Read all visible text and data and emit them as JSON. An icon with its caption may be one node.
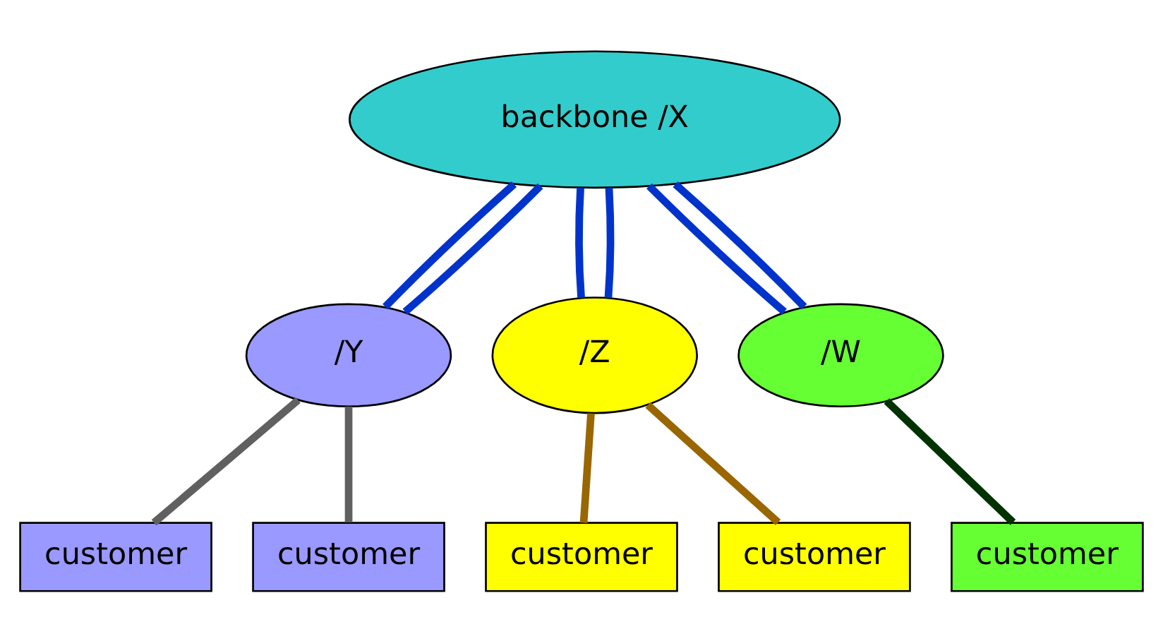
{
  "diagram": {
    "nodes": [
      {
        "text": [
          "backbone /X"
        ]
      },
      {
        "text": [
          "/Y"
        ]
      },
      {
        "text": [
          "/Z"
        ]
      },
      {
        "text": [
          "/W"
        ]
      },
      {
        "text": [
          "customer"
        ]
      },
      {
        "text": [
          "customer"
        ]
      },
      {
        "text": [
          "customer"
        ]
      },
      {
        "text": [
          "customer"
        ]
      },
      {
        "text": [
          "customer"
        ]
      }
    ],
    "edges": [
      {
        "from": 0,
        "to": 1,
        "arrow": "none",
        "color": "#0033cc"
      },
      {
        "from": 0,
        "to": 1,
        "arrow": "none",
        "color": "#0033cc"
      },
      {
        "from": 0,
        "to": 2,
        "arrow": "none",
        "color": "#0033cc"
      },
      {
        "from": 0,
        "to": 2,
        "arrow": "none",
        "color": "#0033cc"
      },
      {
        "from": 0,
        "to": 3,
        "arrow": "none",
        "color": "#0033cc"
      },
      {
        "from": 0,
        "to": 3,
        "arrow": "none",
        "color": "#0033cc"
      },
      {
        "from": 1,
        "to": 4,
        "arrow": "none",
        "color": "#606060"
      },
      {
        "from": 1,
        "to": 5,
        "arrow": "none",
        "color": "#606060"
      },
      {
        "from": 2,
        "to": 6,
        "arrow": "none",
        "color": "#996600"
      },
      {
        "from": 2,
        "to": 7,
        "arrow": "none",
        "color": "#996600"
      },
      {
        "from": 3,
        "to": 8,
        "arrow": "none",
        "color": "#003300"
      }
    ]
  }
}
